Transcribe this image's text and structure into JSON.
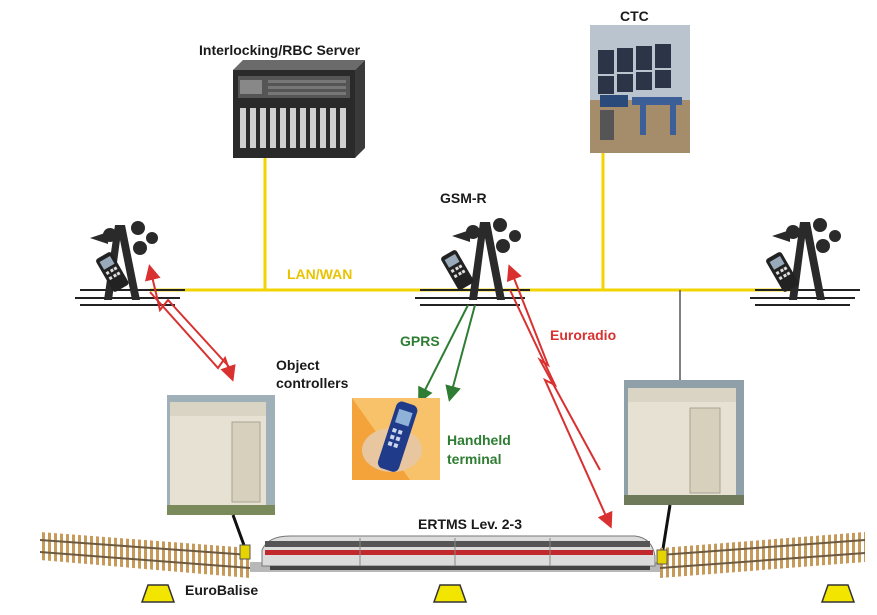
{
  "labels": {
    "server": "Interlocking/RBC Server",
    "ctc": "CTC",
    "gsmr": "GSM-R",
    "lan": "LAN/WAN",
    "gprs": "GPRS",
    "euroradio": "Euroradio",
    "object_controllers": [
      "Object",
      "controllers"
    ],
    "handheld": [
      "Handheld",
      "terminal"
    ],
    "ertms": "ERTMS Lev. 2-3",
    "eurobalise": "EuroBalise"
  },
  "colors": {
    "lan_line": "#f2d400",
    "gprs": "#2e7d32",
    "euroradio": "#d93030",
    "balise": "#f2e600",
    "text": "#1a1a1a",
    "track_wood": "#c89a5a"
  },
  "icons": [
    "server-rack-icon",
    "ctc-control-room-icon",
    "radio-mast-icon",
    "shelter-cabinet-icon",
    "mobile-phone-icon",
    "train-icon",
    "balise-icon"
  ]
}
